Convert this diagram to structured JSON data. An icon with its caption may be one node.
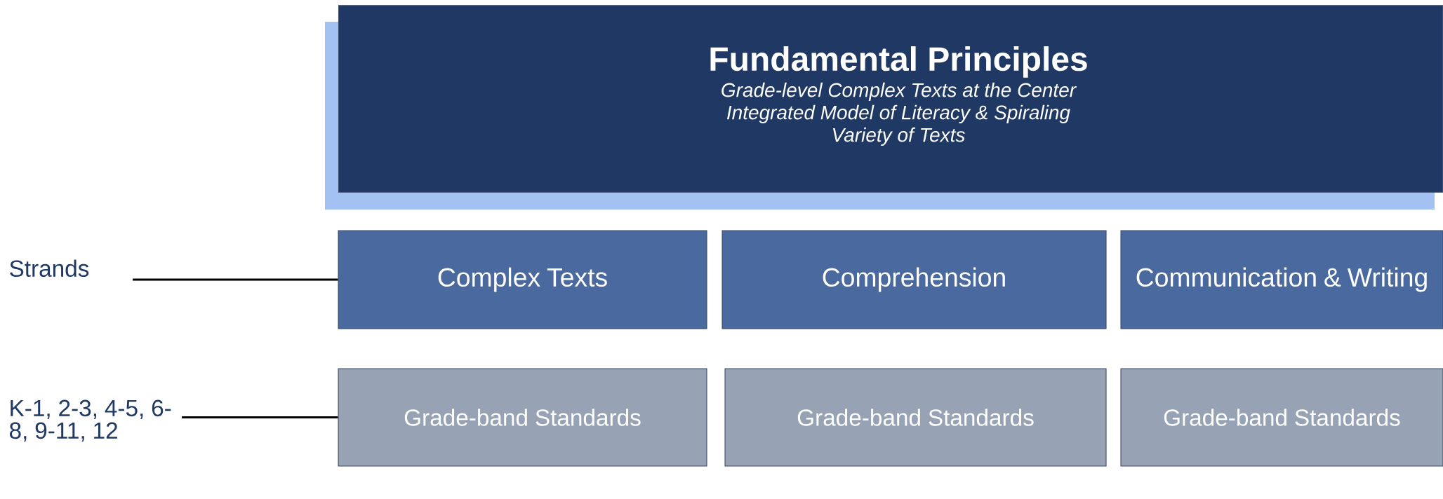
{
  "diagram": {
    "nodes": [
      {
        "text": [
          "Fundamental Principles",
          "Grade-level Complex Texts at the Center",
          "Integrated Model of Literacy & Spiraling",
          "Variety of Texts"
        ]
      },
      {
        "text": [
          "Complex Texts"
        ]
      },
      {
        "text": [
          "Comprehension"
        ]
      },
      {
        "text": [
          "Communication & Writing"
        ]
      },
      {
        "text": [
          "Grade-band Standards"
        ]
      },
      {
        "text": [
          "Grade-band Standards"
        ]
      },
      {
        "text": [
          "Grade-band Standards"
        ]
      },
      {
        "text": [
          "Strands"
        ]
      },
      {
        "text": [
          "K-1, 2-3, 4-5, 6-8, 9-11, 12"
        ]
      }
    ],
    "edges": [
      {
        "from": 7,
        "to": 1,
        "arrow": "none"
      },
      {
        "from": 8,
        "to": 4,
        "arrow": "none"
      }
    ]
  }
}
